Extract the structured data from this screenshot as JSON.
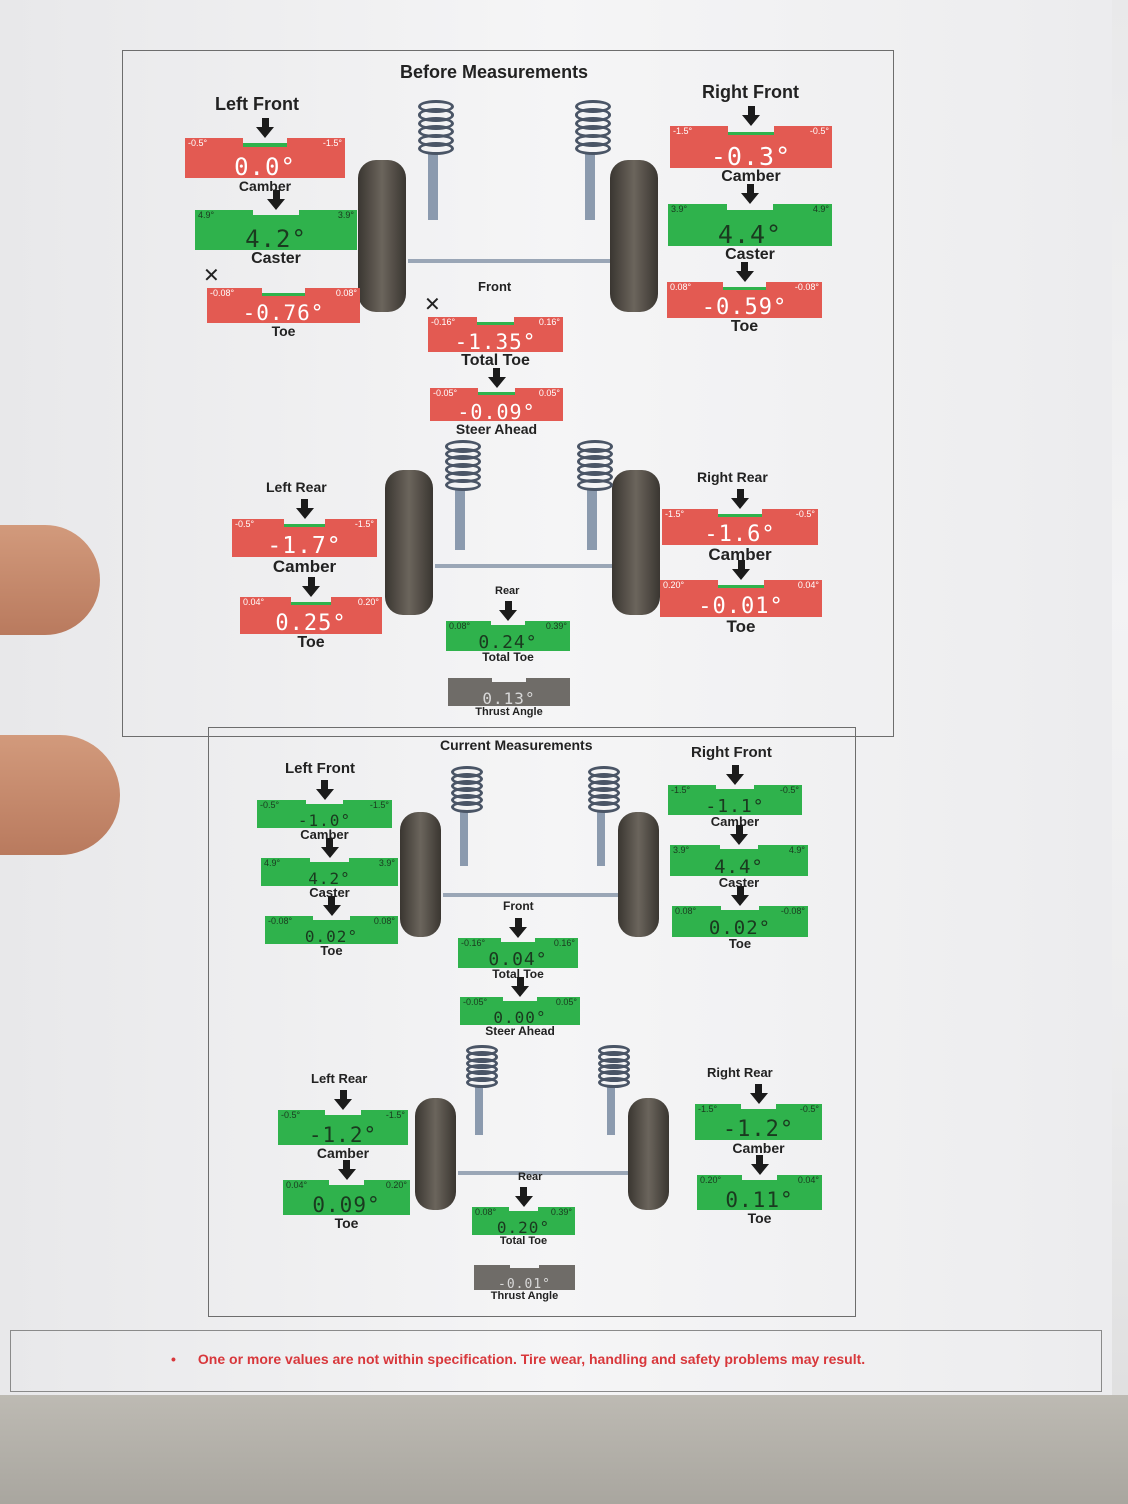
{
  "colors": {
    "red": "#e35a52",
    "green": "#2fb24c",
    "gray": "#6f6c68",
    "notch": "#2fb24c"
  },
  "before": {
    "title": "Before Measurements",
    "left_front": "Left Front",
    "right_front": "Right Front",
    "front": "Front",
    "left_rear": "Left Rear",
    "right_rear": "Right Rear",
    "rear": "Rear",
    "gauges": [
      {
        "id": "lf-camber",
        "label": "Camber",
        "value": "0.0°",
        "min": "-0.5°",
        "max": "-1.5°",
        "status": "red",
        "indicator": "arrow"
      },
      {
        "id": "lf-caster",
        "label": "Caster",
        "value": "4.2°",
        "min": "4.9°",
        "max": "3.9°",
        "status": "green",
        "indicator": "arrow"
      },
      {
        "id": "lf-toe",
        "label": "Toe",
        "value": "-0.76°",
        "min": "-0.08°",
        "max": "0.08°",
        "status": "red",
        "indicator": "x"
      },
      {
        "id": "rf-camber",
        "label": "Camber",
        "value": "-0.3°",
        "min": "-1.5°",
        "max": "-0.5°",
        "status": "red",
        "indicator": "arrow"
      },
      {
        "id": "rf-caster",
        "label": "Caster",
        "value": "4.4°",
        "min": "3.9°",
        "max": "4.9°",
        "status": "green",
        "indicator": "arrow"
      },
      {
        "id": "rf-toe",
        "label": "Toe",
        "value": "-0.59°",
        "min": "0.08°",
        "max": "-0.08°",
        "status": "red",
        "indicator": "arrow"
      },
      {
        "id": "f-total-toe",
        "label": "Total Toe",
        "value": "-1.35°",
        "min": "-0.16°",
        "max": "0.16°",
        "status": "red",
        "indicator": "x"
      },
      {
        "id": "steer-ahead",
        "label": "Steer Ahead",
        "value": "-0.09°",
        "min": "-0.05°",
        "max": "0.05°",
        "status": "red",
        "indicator": "arrow"
      },
      {
        "id": "lr-camber",
        "label": "Camber",
        "value": "-1.7°",
        "min": "-0.5°",
        "max": "-1.5°",
        "status": "red",
        "indicator": "arrow"
      },
      {
        "id": "lr-toe",
        "label": "Toe",
        "value": "0.25°",
        "min": "0.04°",
        "max": "0.20°",
        "status": "red",
        "indicator": "arrow"
      },
      {
        "id": "rr-camber",
        "label": "Camber",
        "value": "-1.6°",
        "min": "-1.5°",
        "max": "-0.5°",
        "status": "red",
        "indicator": "arrow"
      },
      {
        "id": "rr-toe",
        "label": "Toe",
        "value": "-0.01°",
        "min": "0.20°",
        "max": "0.04°",
        "status": "red",
        "indicator": "arrow"
      },
      {
        "id": "r-total-toe",
        "label": "Total Toe",
        "value": "0.24°",
        "min": "0.08°",
        "max": "0.39°",
        "status": "green",
        "indicator": "arrow"
      },
      {
        "id": "thrust-angle",
        "label": "Thrust Angle",
        "value": "0.13°",
        "min": "",
        "max": "",
        "status": "gray",
        "indicator": "none"
      }
    ]
  },
  "current": {
    "title": "Current Measurements",
    "left_front": "Left Front",
    "right_front": "Right Front",
    "front": "Front",
    "left_rear": "Left Rear",
    "right_rear": "Right Rear",
    "rear": "Rear",
    "gauges": [
      {
        "id": "lf-camber",
        "label": "Camber",
        "value": "-1.0°",
        "min": "-0.5°",
        "max": "-1.5°",
        "status": "green",
        "indicator": "arrow"
      },
      {
        "id": "lf-caster",
        "label": "Caster",
        "value": "4.2°",
        "min": "4.9°",
        "max": "3.9°",
        "status": "green",
        "indicator": "arrow"
      },
      {
        "id": "lf-toe",
        "label": "Toe",
        "value": "0.02°",
        "min": "-0.08°",
        "max": "0.08°",
        "status": "green",
        "indicator": "arrow"
      },
      {
        "id": "rf-camber",
        "label": "Camber",
        "value": "-1.1°",
        "min": "-1.5°",
        "max": "-0.5°",
        "status": "green",
        "indicator": "arrow"
      },
      {
        "id": "rf-caster",
        "label": "Caster",
        "value": "4.4°",
        "min": "3.9°",
        "max": "4.9°",
        "status": "green",
        "indicator": "arrow"
      },
      {
        "id": "rf-toe",
        "label": "Toe",
        "value": "0.02°",
        "min": "0.08°",
        "max": "-0.08°",
        "status": "green",
        "indicator": "arrow"
      },
      {
        "id": "f-total-toe",
        "label": "Total Toe",
        "value": "0.04°",
        "min": "-0.16°",
        "max": "0.16°",
        "status": "green",
        "indicator": "arrow"
      },
      {
        "id": "steer-ahead",
        "label": "Steer Ahead",
        "value": "0.00°",
        "min": "-0.05°",
        "max": "0.05°",
        "status": "green",
        "indicator": "arrow"
      },
      {
        "id": "lr-camber",
        "label": "Camber",
        "value": "-1.2°",
        "min": "-0.5°",
        "max": "-1.5°",
        "status": "green",
        "indicator": "arrow"
      },
      {
        "id": "lr-toe",
        "label": "Toe",
        "value": "0.09°",
        "min": "0.04°",
        "max": "0.20°",
        "status": "green",
        "indicator": "arrow"
      },
      {
        "id": "rr-camber",
        "label": "Camber",
        "value": "-1.2°",
        "min": "-1.5°",
        "max": "-0.5°",
        "status": "green",
        "indicator": "arrow"
      },
      {
        "id": "rr-toe",
        "label": "Toe",
        "value": "0.11°",
        "min": "0.20°",
        "max": "0.04°",
        "status": "green",
        "indicator": "arrow"
      },
      {
        "id": "r-total-toe",
        "label": "Total Toe",
        "value": "0.20°",
        "min": "0.08°",
        "max": "0.39°",
        "status": "green",
        "indicator": "arrow"
      },
      {
        "id": "thrust-angle",
        "label": "Thrust Angle",
        "value": "-0.01°",
        "min": "",
        "max": "",
        "status": "gray",
        "indicator": "none"
      }
    ]
  },
  "footer": {
    "bullet": "•",
    "message": "One or more values are not within specification.  Tire wear, handling and safety problems may result."
  }
}
